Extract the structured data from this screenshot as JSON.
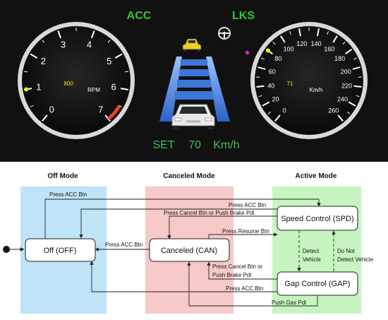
{
  "dashboard": {
    "acc_label": "ACC",
    "lks_label": "LKS",
    "set_label": "SET",
    "set_speed": "70",
    "set_unit": "Km/h",
    "rpm_gauge": {
      "ticks": [
        "0",
        "1",
        "2",
        "3",
        "4",
        "5",
        "6",
        "7"
      ],
      "value_text": "800",
      "unit": "RPM",
      "needle_value": 1
    },
    "speed_gauge": {
      "ticks": [
        "0",
        "20",
        "40",
        "60",
        "80",
        "100",
        "120",
        "140",
        "160",
        "180",
        "200",
        "220",
        "240",
        "260"
      ],
      "value_text": "71",
      "unit": "Km/h",
      "needle_value": 80
    },
    "colors": {
      "acc_lks": "#2ec92e",
      "set_text": "#3fbf5f",
      "gauge_text": "#f2e600",
      "redline": "#e0452a",
      "lane": "#3c78d8",
      "lead_car": "#f0d020",
      "indicator_pink": "#d020d0",
      "needle_dot": "#f0f000"
    }
  },
  "diagram": {
    "modes": {
      "off": "Off Mode",
      "canceled": "Canceled Mode",
      "active": "Active Mode"
    },
    "states": {
      "off": "Off (OFF)",
      "can": "Canceled (CAN)",
      "spd": "Speed Control (SPD)",
      "gap": "Gap Control (GAP)"
    },
    "transitions": {
      "press_acc_top": "Press ACC Btn",
      "press_acc_can_spd": "Press ACC Btn",
      "press_cancel_brake": "Press Cancel Btn or Push Brake Pdl",
      "press_resume": "Press Resume Btn",
      "press_acc_can_off": "Press ACC Btn",
      "detect_vehicle": [
        "Detect",
        "Vehicle"
      ],
      "do_not_detect": [
        "Do Not",
        "Detect Vehicle"
      ],
      "press_cancel_or": [
        "Press Cancel Btn or",
        "Push Brake Pdl"
      ],
      "press_acc_gap_off": "Press ACC Btn",
      "push_gas": "Push Gas Pdl"
    },
    "colors": {
      "off_zone": "#bfe3f7",
      "canceled_zone": "#f7c9c9",
      "active_zone": "#c6f5c0"
    }
  }
}
